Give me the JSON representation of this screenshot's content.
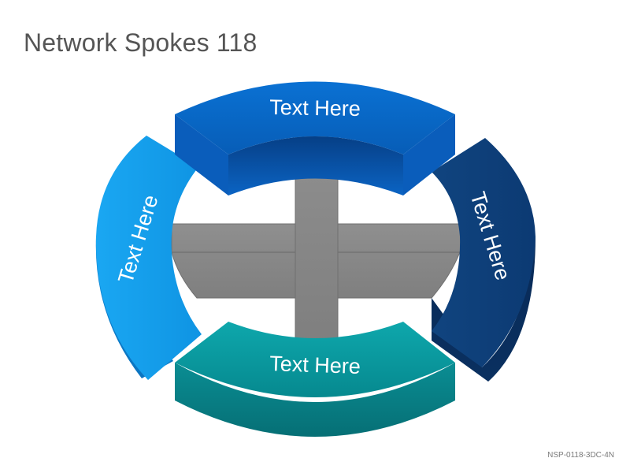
{
  "title": "Network Spokes 118",
  "code": "NSP-0118-3DC-4N",
  "segments": {
    "top": {
      "label": "Text Here",
      "color": "#0b67c6"
    },
    "left": {
      "label": "Text Here",
      "color": "#16a4f0"
    },
    "right": {
      "label": "Text Here",
      "color": "#0d3f7c"
    },
    "bottom": {
      "label": "Text Here",
      "color": "#0a9da5"
    }
  },
  "hub": {
    "color": "#8a8a8a"
  }
}
